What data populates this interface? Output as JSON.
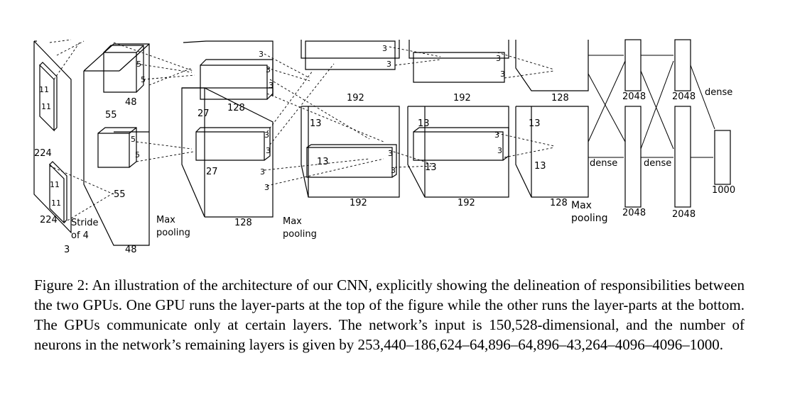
{
  "diagram": {
    "input": {
      "width": "224",
      "height": "224",
      "depth": "3",
      "kernel_w": "11",
      "kernel_h": "11",
      "stride_line1": "Stride",
      "stride_line2": "of 4"
    },
    "conv1": {
      "width": "55",
      "height": "55",
      "depth": "48",
      "depth_bottom": "48",
      "kernel": "5"
    },
    "conv2": {
      "size": "27",
      "depth": "128",
      "kernel": "3"
    },
    "conv3": {
      "size": "13",
      "depth": "192",
      "kernel": "3"
    },
    "conv4": {
      "size": "13",
      "depth": "192",
      "kernel": "3"
    },
    "conv5": {
      "size": "13",
      "depth": "128"
    },
    "pooling_line1": "Max",
    "pooling_line2": "pooling",
    "fc": {
      "size": "2048",
      "dense": "dense"
    },
    "output": {
      "size": "1000"
    }
  },
  "caption": "Figure 2: An illustration of the architecture of our CNN, explicitly showing the delineation of responsibilities between the two GPUs. One GPU runs the layer-parts at the top of the figure while the other runs the layer-parts at the bottom. The GPUs communicate only at certain layers. The network’s input is 150,528-dimensional, and the number of neurons in the network’s remaining layers is given by 253,440–186,624–64,896–64,896–43,264–4096–4096–1000."
}
